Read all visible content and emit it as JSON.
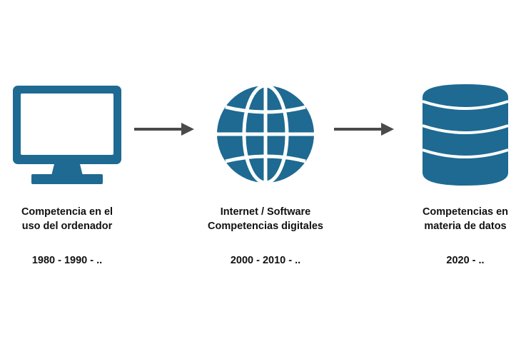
{
  "colors": {
    "icon": "#1e6a92",
    "arrow": "#4a4a4a",
    "text": "#111111",
    "background": "#ffffff"
  },
  "stages": [
    {
      "icon": "monitor-icon",
      "lines": [
        "Competencia en el",
        "uso del ordenador"
      ],
      "period": "1980 - 1990 - .."
    },
    {
      "icon": "globe-icon",
      "lines": [
        "Internet / Software",
        "Competencias digitales"
      ],
      "period": "2000 - 2010 - .."
    },
    {
      "icon": "database-icon",
      "lines": [
        "Competencias en",
        "materia de datos"
      ],
      "period": "2020 - .."
    }
  ]
}
